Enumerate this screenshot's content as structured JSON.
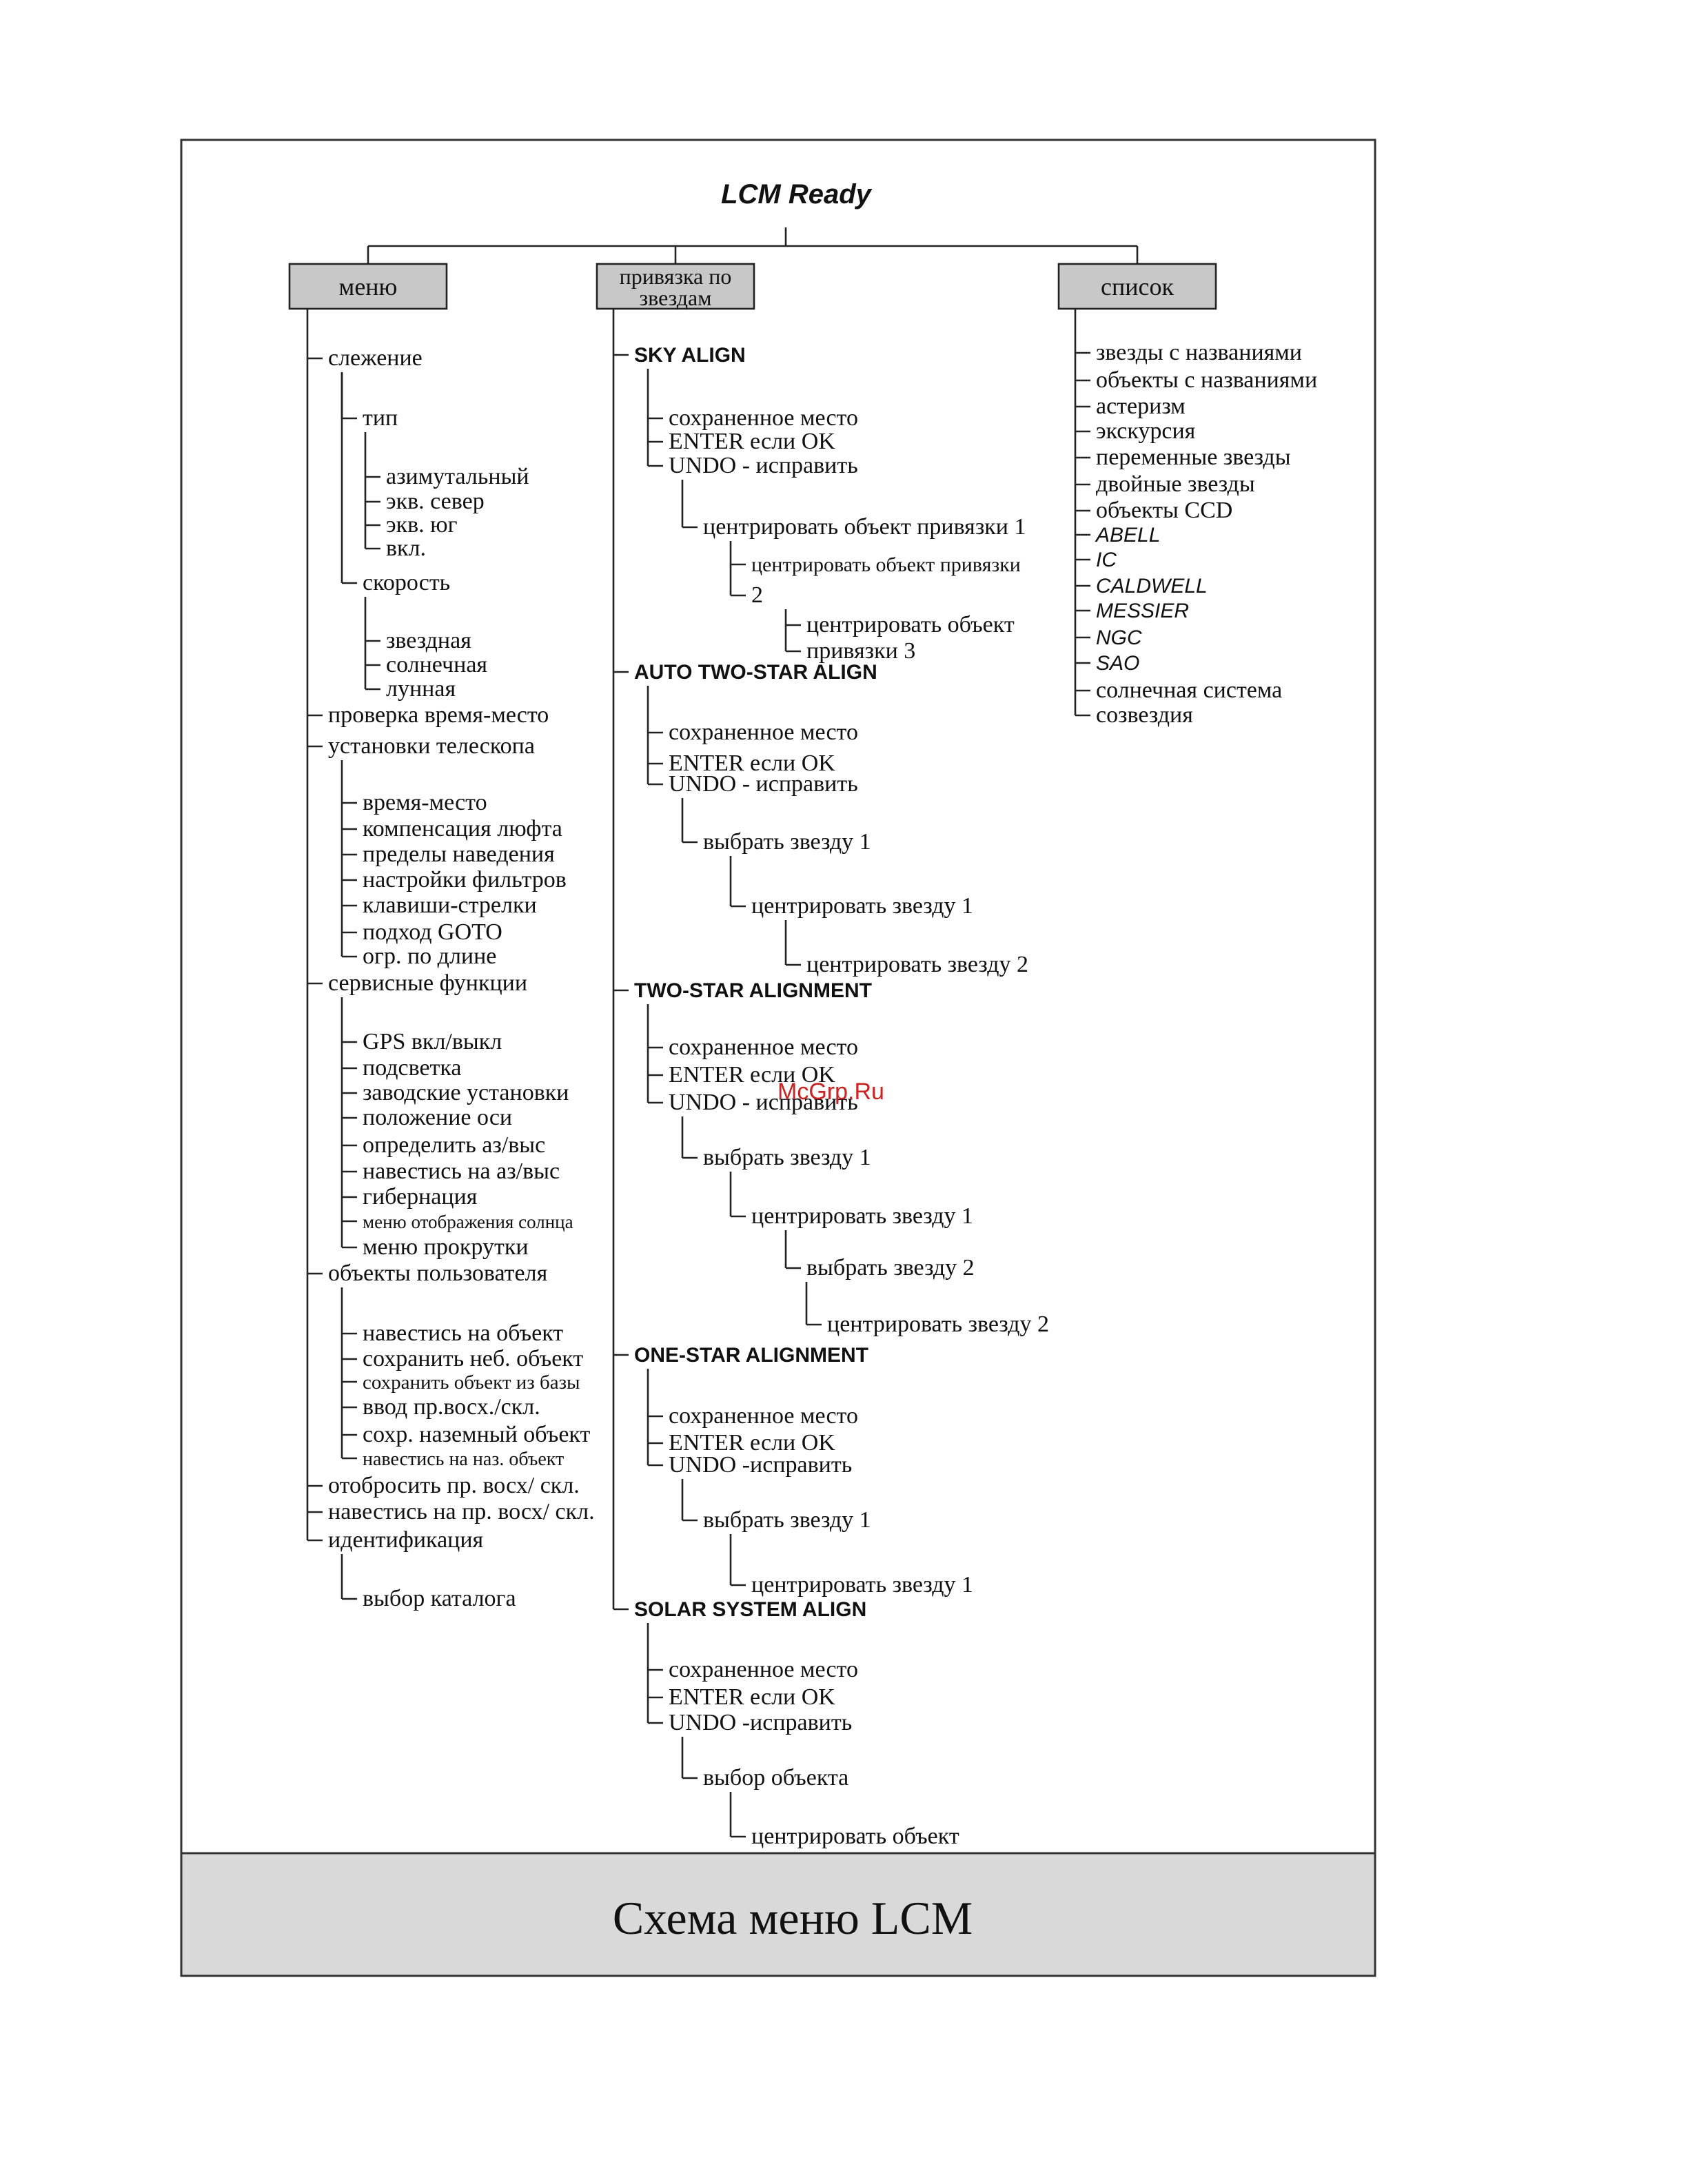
{
  "title": "LCM Ready",
  "caption": "Схема меню LCM",
  "watermark": "McGrp.Ru",
  "branches": [
    {
      "label": [
        "меню"
      ],
      "items": [
        {
          "t": "слежение",
          "d": 0
        },
        {
          "t": "тип",
          "d": 1
        },
        {
          "t": "азимутальный",
          "d": 2
        },
        {
          "t": "экв. север",
          "d": 2
        },
        {
          "t": "экв. юг",
          "d": 2
        },
        {
          "t": "вкл.",
          "d": 2
        },
        {
          "t": "скорость",
          "d": 1
        },
        {
          "t": "звездная",
          "d": 2
        },
        {
          "t": "солнечная",
          "d": 2
        },
        {
          "t": "лунная",
          "d": 2
        },
        {
          "t": "проверка время-место",
          "d": 0
        },
        {
          "t": "установки телескопа",
          "d": 0
        },
        {
          "t": "время-место",
          "d": 1
        },
        {
          "t": "компенсация люфта",
          "d": 1
        },
        {
          "t": "пределы наведения",
          "d": 1
        },
        {
          "t": "настройки фильтров",
          "d": 1
        },
        {
          "t": "клавиши-стрелки",
          "d": 1
        },
        {
          "t": "подход GOTO",
          "d": 1
        },
        {
          "t": "огр. по длине",
          "d": 1
        },
        {
          "t": "сервисные функции",
          "d": 0
        },
        {
          "t": "GPS вкл/выкл",
          "d": 1
        },
        {
          "t": "подсветка",
          "d": 1
        },
        {
          "t": "заводские установки",
          "d": 1
        },
        {
          "t": "положение оси",
          "d": 1
        },
        {
          "t": "определить аз/выс",
          "d": 1
        },
        {
          "t": "навестись на аз/выс",
          "d": 1
        },
        {
          "t": "гибернация",
          "d": 1
        },
        {
          "t": "меню отображения солнца",
          "d": 1
        },
        {
          "t": "меню прокрутки",
          "d": 1
        },
        {
          "t": "объекты пользователя",
          "d": 0
        },
        {
          "t": "навестись на объект",
          "d": 1
        },
        {
          "t": "сохранить неб. объект",
          "d": 1
        },
        {
          "t": "сохранить объект из базы",
          "d": 1
        },
        {
          "t": "ввод пр.восх./скл.",
          "d": 1
        },
        {
          "t": "сохр. наземный объект",
          "d": 1
        },
        {
          "t": "навестись на наз. объект",
          "d": 1
        },
        {
          "t": "отобросить пр. восх/ скл.",
          "d": 0
        },
        {
          "t": "навестись на пр. восх/ скл.",
          "d": 0
        },
        {
          "t": "идентификация",
          "d": 0
        },
        {
          "t": "выбор каталога",
          "d": 1
        }
      ]
    },
    {
      "label": [
        "привязка по",
        "звездам"
      ],
      "items": [
        {
          "t": "SKY ALIGN",
          "d": 0
        },
        {
          "t": "сохраненное место",
          "d": 1
        },
        {
          "t": "ENTER если OK",
          "d": 1
        },
        {
          "t": "UNDO - исправить",
          "d": 1
        },
        {
          "t": "центрировать объект привязки 1",
          "d": 2
        },
        {
          "t": "центрировать объект привязки",
          "d": 3
        },
        {
          "t": "2",
          "d": 3
        },
        {
          "t": "центрировать объект",
          "d": 4
        },
        {
          "t": "привязки 3",
          "d": 4
        },
        {
          "t": "AUTO TWO-STAR ALIGN",
          "d": 0
        },
        {
          "t": "сохраненное место",
          "d": 1
        },
        {
          "t": "ENTER если OK",
          "d": 1
        },
        {
          "t": "UNDO - исправить",
          "d": 1
        },
        {
          "t": "выбрать звезду 1",
          "d": 2
        },
        {
          "t": "центрировать звезду 1",
          "d": 3
        },
        {
          "t": "центрировать звезду 2",
          "d": 4
        },
        {
          "t": "TWO-STAR ALIGNMENT",
          "d": 0
        },
        {
          "t": "сохраненное место",
          "d": 1
        },
        {
          "t": "ENTER если OK",
          "d": 1
        },
        {
          "t": "UNDO - исправить",
          "d": 1
        },
        {
          "t": "выбрать звезду 1",
          "d": 2
        },
        {
          "t": "центрировать звезду 1",
          "d": 3
        },
        {
          "t": "выбрать звезду 2",
          "d": 4
        },
        {
          "t": "центрировать звезду 2",
          "d": 5
        },
        {
          "t": "ONE-STAR ALIGNMENT",
          "d": 0
        },
        {
          "t": "сохраненное место",
          "d": 1
        },
        {
          "t": "ENTER если OK",
          "d": 1
        },
        {
          "t": "UNDO -исправить",
          "d": 1
        },
        {
          "t": "выбрать звезду 1",
          "d": 2
        },
        {
          "t": "центрировать звезду 1",
          "d": 3
        },
        {
          "t": "SOLAR SYSTEM ALIGN",
          "d": 0
        },
        {
          "t": "сохраненное место",
          "d": 1
        },
        {
          "t": "ENTER если OK",
          "d": 1
        },
        {
          "t": "UNDO -исправить",
          "d": 1
        },
        {
          "t": "выбор объекта",
          "d": 2
        },
        {
          "t": "центрировать объект",
          "d": 3
        }
      ]
    },
    {
      "label": [
        "список"
      ],
      "items": [
        {
          "t": "звезды с названиями",
          "d": 0
        },
        {
          "t": "объекты с названиями",
          "d": 0
        },
        {
          "t": "астеризм",
          "d": 0
        },
        {
          "t": "экскурсия",
          "d": 0
        },
        {
          "t": "переменные звезды",
          "d": 0
        },
        {
          "t": "двойные звезды",
          "d": 0
        },
        {
          "t": "объекты CCD",
          "d": 0
        },
        {
          "t": "ABELL",
          "d": 0
        },
        {
          "t": "IC",
          "d": 0
        },
        {
          "t": "CALDWELL",
          "d": 0
        },
        {
          "t": "MESSIER",
          "d": 0
        },
        {
          "t": "NGC",
          "d": 0
        },
        {
          "t": "SAO",
          "d": 0
        },
        {
          "t": "солнечная система",
          "d": 0
        },
        {
          "t": "созвездия",
          "d": 0
        }
      ]
    }
  ]
}
